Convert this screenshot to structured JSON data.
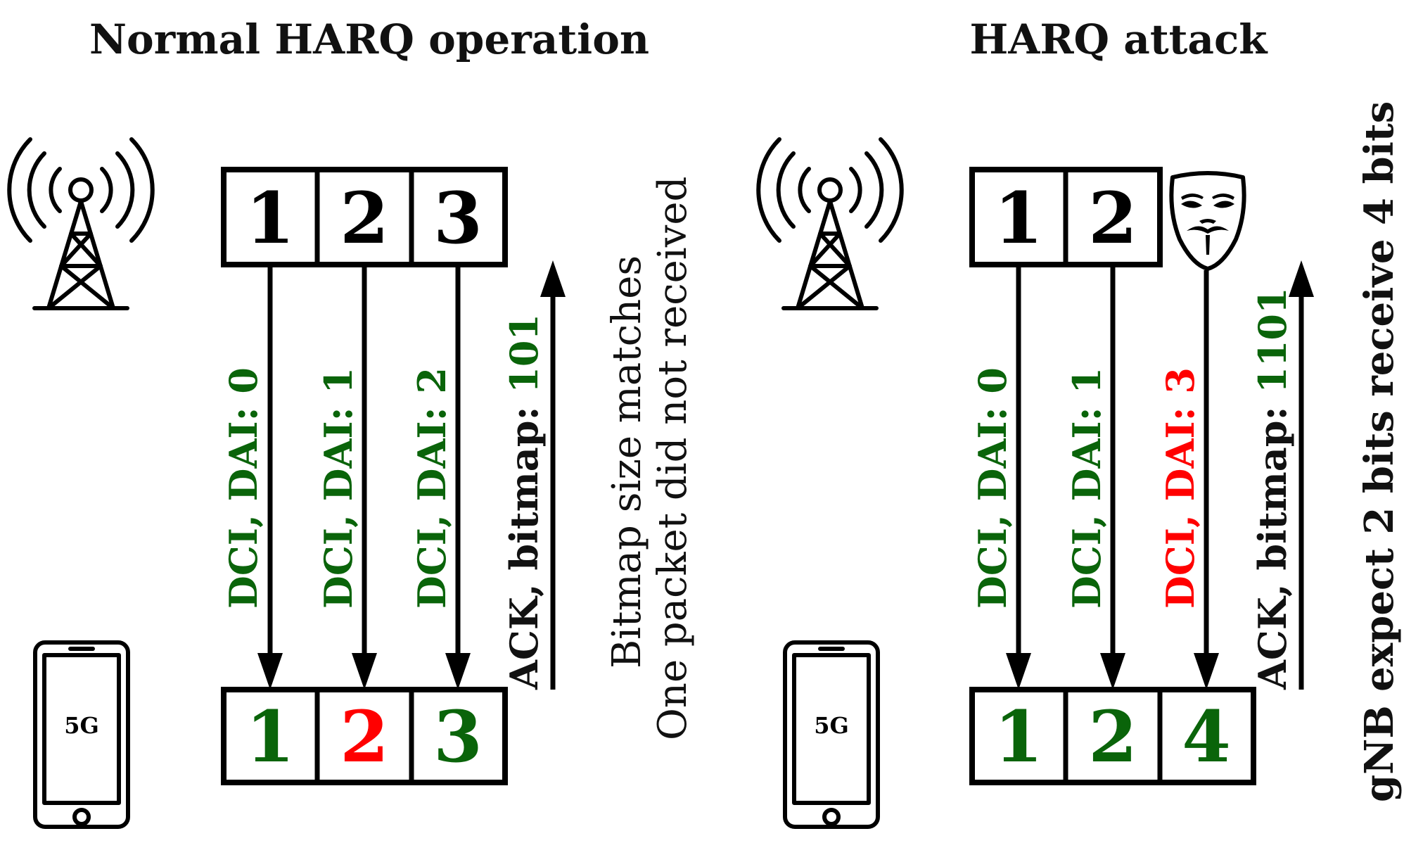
{
  "colors": {
    "ok": "#0a640a",
    "bad": "#ff0000",
    "ink": "#000000"
  },
  "panels": {
    "normal": {
      "title": "Normal HARQ operation",
      "top_cells": [
        "1",
        "2",
        "3"
      ],
      "bottom_cells": [
        {
          "label": "1",
          "status": "ok"
        },
        {
          "label": "2",
          "status": "bad"
        },
        {
          "label": "3",
          "status": "ok"
        }
      ],
      "dci": [
        {
          "prefix": "DCI, ",
          "dai": "DAI: 0",
          "status": "ok"
        },
        {
          "prefix": "DCI, ",
          "dai": "DAI: 1",
          "status": "ok"
        },
        {
          "prefix": "DCI, ",
          "dai": "DAI: 2",
          "status": "ok"
        }
      ],
      "ack": {
        "prefix": "ACK, bitmap: ",
        "value": "101"
      },
      "notes": [
        "Bitmap size matches",
        "One packet did not received"
      ],
      "phone_label": "5G"
    },
    "attack": {
      "title": "HARQ attack",
      "top_cells": [
        "1",
        "2"
      ],
      "bottom_cells": [
        {
          "label": "1",
          "status": "ok"
        },
        {
          "label": "2",
          "status": "ok"
        },
        {
          "label": "4",
          "status": "ok"
        }
      ],
      "dci": [
        {
          "prefix": "DCI, ",
          "dai": "DAI: 0",
          "status": "ok"
        },
        {
          "prefix": "DCI, ",
          "dai": "DAI: 1",
          "status": "ok"
        },
        {
          "prefix": "DCI, ",
          "dai": "DAI: 3",
          "status": "bad"
        }
      ],
      "ack": {
        "prefix": "ACK, bitmap: ",
        "value": "1101"
      },
      "notes_bold": "gNB expect 2 bits receive 4 bits",
      "phone_label": "5G"
    }
  },
  "icons": {
    "tower": "cell-tower-icon",
    "phone": "smartphone-icon",
    "attacker": "anonymous-mask-icon"
  }
}
